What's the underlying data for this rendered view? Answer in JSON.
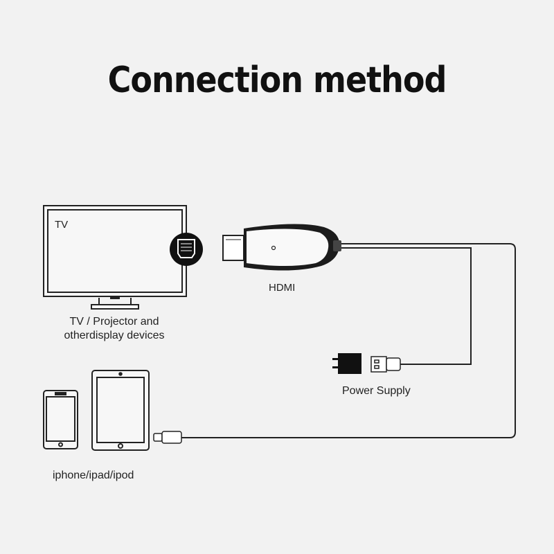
{
  "title": "Connection method",
  "tv": {
    "screen_label": "TV",
    "caption_line1": "TV / Projector and",
    "caption_line2": "otherdisplay devices"
  },
  "adapter": {
    "label": "HDMI"
  },
  "power": {
    "label": "Power Supply"
  },
  "mobile": {
    "label": "iphone/ipad/ipod"
  },
  "colors": {
    "background": "#f2f2f2",
    "line": "#222222"
  }
}
